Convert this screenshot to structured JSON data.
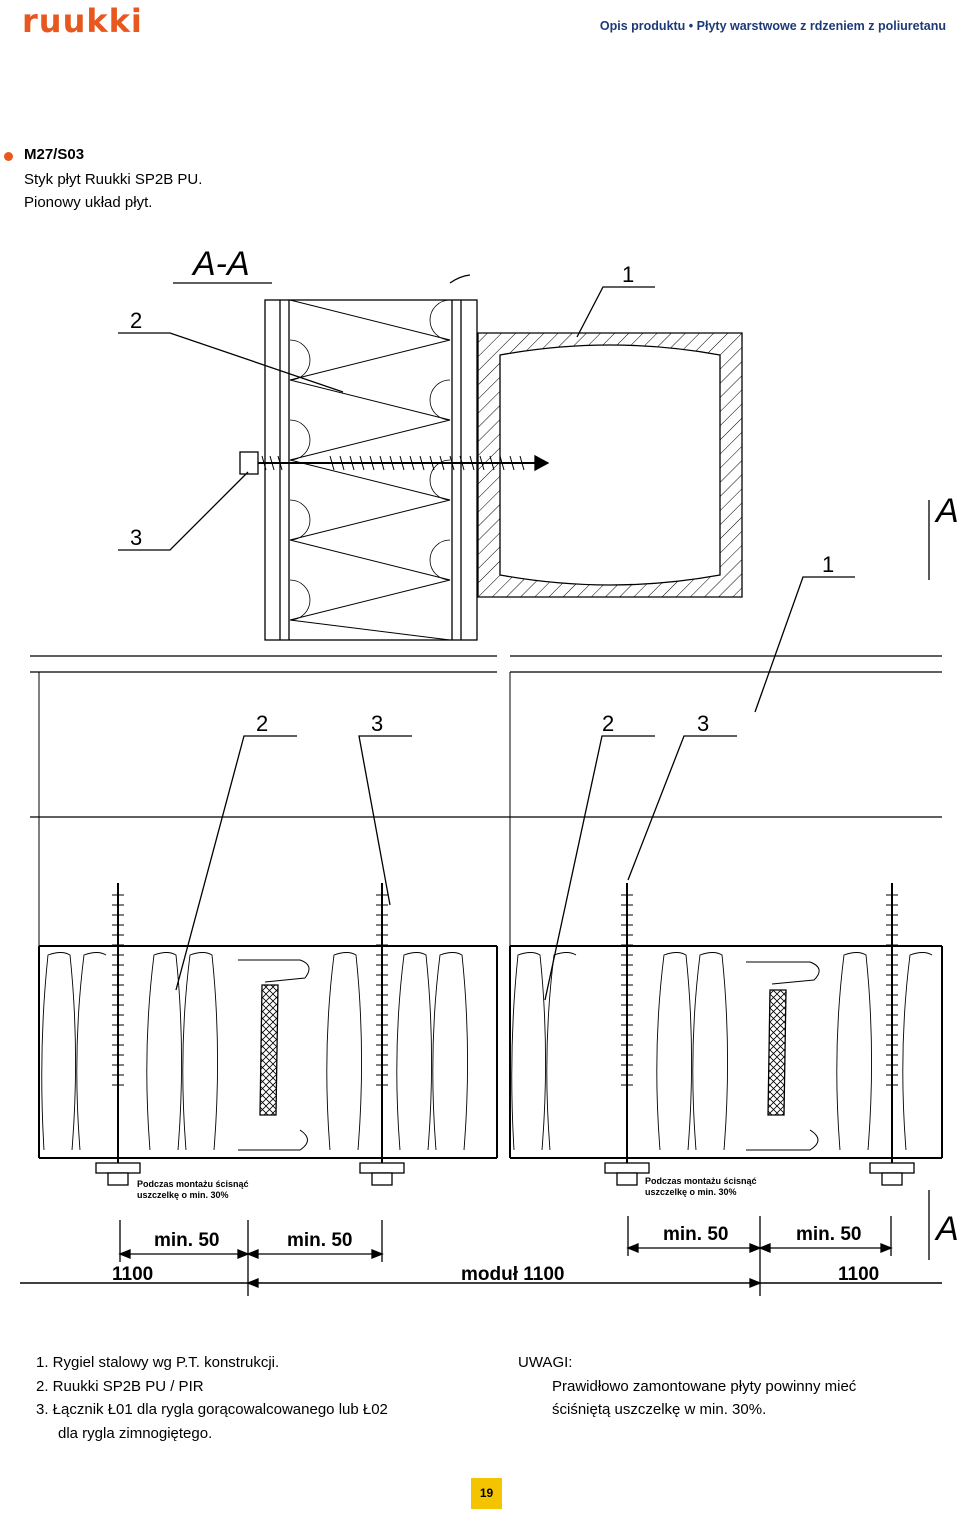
{
  "header": {
    "logo": "ruukki",
    "title": "Opis produktu • Płyty warstwowe z rdzeniem z poliuretanu"
  },
  "detail": {
    "code": "M27/S03",
    "line1": "Styk płyt Ruukki SP2B PU.",
    "line2": "Pionowy układ płyt."
  },
  "drawing": {
    "section_label": "A-A",
    "section_marker_top": "A",
    "section_marker_bottom": "A",
    "callouts_top": [
      "2",
      "1",
      "3",
      "1"
    ],
    "callouts_bottom": [
      "2",
      "3",
      "2",
      "3"
    ],
    "install_note_line1": "Podczas montażu ścisnąć",
    "install_note_line2": "uszczelkę o min. 30%",
    "dim_min_left_1": "min. 50",
    "dim_min_left_2": "min. 50",
    "dim_min_right_1": "min. 50",
    "dim_min_right_2": "min. 50",
    "dim_left": "1100",
    "dim_module": "moduł 1100",
    "dim_right": "1100"
  },
  "legend": {
    "items": [
      "1. Rygiel stalowy wg P.T. konstrukcji.",
      "2. Ruukki SP2B PU / PIR",
      "3. Łącznik Ł01 dla rygla gorącowalcowanego lub Ł02",
      "dla rygla zimnogiętego."
    ]
  },
  "notes": {
    "title": "UWAGI:",
    "line1": "Prawidłowo zamontowane płyty powinny mieć",
    "line2": "ściśniętą uszczelkę w min. 30%."
  },
  "page_number": "19",
  "colors": {
    "brand": "#e8571e",
    "header_text": "#1d3a78",
    "page_badge": "#f5c400"
  }
}
